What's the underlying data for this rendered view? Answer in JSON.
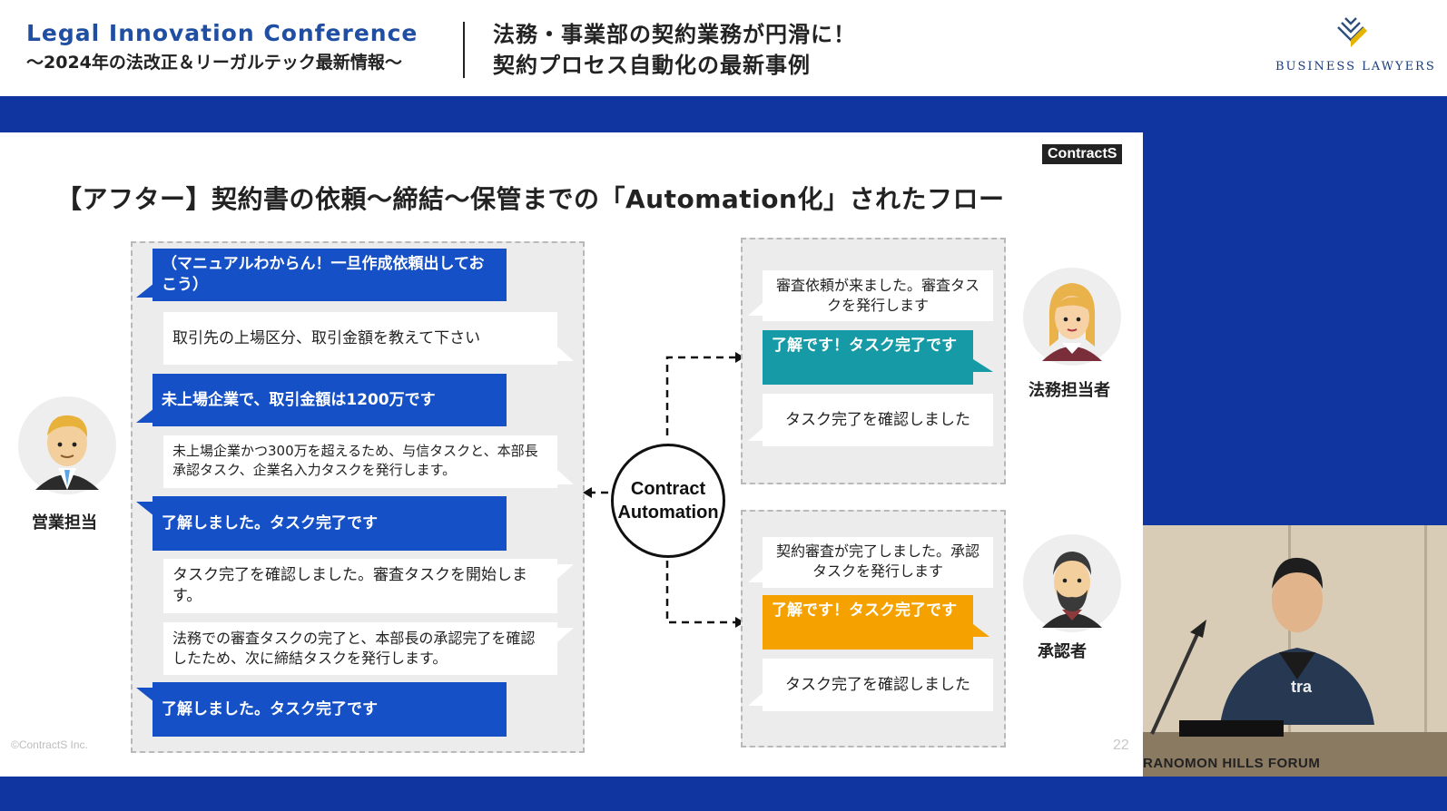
{
  "header": {
    "conference_title": "Legal Innovation Conference",
    "conference_subtitle": "〜2024年の法改正＆リーガルテック最新情報〜",
    "session_title_line1": "法務・事業部の契約業務が円滑に！",
    "session_title_line2": "契約プロセス自動化の最新事例",
    "brand_name": "BUSINESS LAWYERS"
  },
  "colors": {
    "header_blue": "#1f4ea3",
    "band_blue": "#1034a0",
    "bubble_blue": "#1550c6",
    "bubble_teal": "#169aa6",
    "bubble_orange": "#f5a200",
    "panel_gray": "#ececec"
  },
  "slide": {
    "logo": "ContractS",
    "title": "【アフター】契約書の依頼〜締結〜保管までの「Automation化」されたフロー",
    "sales_label": "営業担当",
    "legal_label": "法務担当者",
    "approver_label": "承認者",
    "center_node_line1": "Contract",
    "center_node_line2": "Automation",
    "copyright": "©ContractS Inc.",
    "page_number": "22",
    "sales_flow": [
      "（マニュアルわからん！一旦作成依頼出しておこう）",
      "取引先の上場区分、取引金額を教えて下さい",
      "未上場企業で、取引金額は1200万です",
      "未上場企業かつ300万を超えるため、与信タスクと、本部長承認タスク、企業名入力タスクを発行します。",
      "了解しました。タスク完了です",
      "タスク完了を確認しました。審査タスクを開始します。",
      "法務での審査タスクの完了と、本部長の承認完了を確認したため、次に締結タスクを発行します。",
      "了解しました。タスク完了です"
    ],
    "legal_flow": [
      "審査依頼が来ました。審査タスクを発行します",
      "了解です！タスク完了です",
      "タスク完了を確認しました"
    ],
    "approver_flow": [
      "契約審査が完了しました。承認タスクを発行します",
      "了解です！タスク完了です",
      "タスク完了を確認しました"
    ]
  },
  "video": {
    "venue_sign": "RANOMON HILLS FORUM",
    "shirt_text": "tra"
  }
}
